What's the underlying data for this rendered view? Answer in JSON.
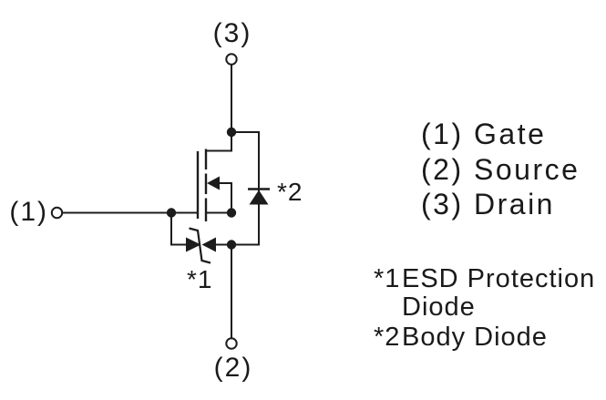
{
  "diagram": {
    "terminals": {
      "gate": "(1)",
      "source": "(2)",
      "drain": "(3)"
    },
    "component_labels": {
      "esd": "*1",
      "body": "*2"
    }
  },
  "legend": {
    "pins": [
      {
        "number": "(1)",
        "name": "Gate"
      },
      {
        "number": "(2)",
        "name": "Source"
      },
      {
        "number": "(3)",
        "name": "Drain"
      }
    ],
    "notes": [
      {
        "marker": "*1",
        "text": "ESD Protection Diode"
      },
      {
        "marker": "*2",
        "text": "Body Diode"
      }
    ]
  },
  "colors": {
    "ink": "#1a1a1a",
    "background": "#ffffff"
  }
}
